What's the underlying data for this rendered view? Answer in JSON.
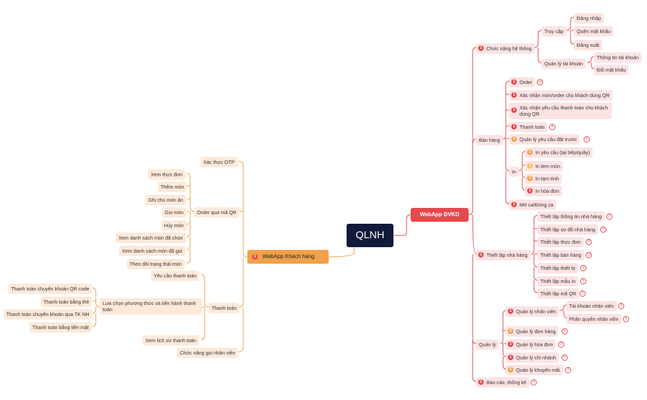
{
  "root": {
    "label": "QLNH"
  },
  "right": {
    "label": "WebApp ĐVKD",
    "system": {
      "label": "Chức năng hệ thống",
      "access": {
        "label": "Truy cập",
        "items": [
          "Đăng nhập",
          "Quên mật khẩu",
          "Đăng xuất"
        ]
      },
      "account": {
        "label": "Quản lý tài khoản",
        "items": [
          "Thông tin tài khoản",
          "Đổi mật khẩu"
        ]
      }
    },
    "sales": {
      "label": "Bán hàng",
      "order": {
        "label": "Order",
        "count": "12"
      },
      "confirm_qr": {
        "label": "Xác nhận món/order cho khách dùng QR"
      },
      "confirm_pay": {
        "label": "Xác nhận yêu cầu thanh toán cho khách dùng QR"
      },
      "payment": {
        "label": "Thanh toán",
        "count": "4"
      },
      "reserve": {
        "label": "Quản lý yêu cầu đặt trước",
        "count": "1"
      },
      "print": {
        "label": "In",
        "items": [
          "In yêu cầu (tại bếp/quầy)",
          "In tem món",
          "In tạm tính",
          "In hóa đơn"
        ]
      },
      "shift": {
        "label": "Mở ca/Đóng ca"
      }
    },
    "setup": {
      "label": "Thiết lập nhà hàng",
      "items": [
        {
          "label": "Thiết lập thông tin nhà hàng",
          "count": "2"
        },
        {
          "label": "Thiết lập sơ đồ nhà hàng",
          "count": "5"
        },
        {
          "label": "Thiết lập thực đơn",
          "count": "8"
        },
        {
          "label": "Thiết lập bán hàng",
          "count": "12"
        },
        {
          "label": "Thiết lập thiết bị",
          "count": "6"
        },
        {
          "label": "Thiết lập mẫu in",
          "count": "5"
        },
        {
          "label": "Thiết lập mã QR",
          "count": "1"
        }
      ]
    },
    "manage": {
      "label": "Quản lý",
      "staff": {
        "label": "Quản lý nhân viên",
        "items": [
          {
            "label": "Tài khoản nhân viên",
            "count": "6"
          },
          {
            "label": "Phân quyền nhân viên",
            "count": "5"
          }
        ]
      },
      "items": [
        {
          "label": "Quản lý đơn hàng",
          "count": "1"
        },
        {
          "label": "Quản lý hóa đơn",
          "count": "3"
        },
        {
          "label": "Quản lý chi nhánh",
          "count": "6"
        },
        {
          "label": "Quản lý khuyến mãi",
          "count": "4"
        }
      ]
    },
    "report": {
      "label": "Báo cáo, thống kê",
      "count": "4"
    }
  },
  "left": {
    "label": "WebApp Khách hàng",
    "otp": {
      "label": "Xác thực OTP"
    },
    "order_qr": {
      "label": "Order qua mã QR",
      "items": [
        "Xem thực đơn",
        "Thêm món",
        "Ghi chú món ăn",
        "Gọi món",
        "Hủy món",
        "Xem danh sách món đã chọn",
        "Xem danh sách món đã gọi",
        "Theo dõi trạng thái món"
      ]
    },
    "payment": {
      "label": "Thanh toán",
      "request": {
        "label": "Yêu cầu thanh toán"
      },
      "choose": {
        "label": "Lựa chọn phương thức và tiến hành thanh toán",
        "items": [
          "Thanh toán chuyển khoản QR code",
          "Thanh toán bằng thẻ",
          "Thanh toán chuyển khoản qua TK NH",
          "Thanh toán bằng tiền mặt"
        ]
      },
      "history": {
        "label": "Xem lịch sử thanh toán"
      }
    },
    "call": {
      "label": "Chức năng gọi nhân viên"
    }
  },
  "colors": {
    "red": "#e5484d",
    "orange": "#f0a14a",
    "navy": "#111a3a"
  }
}
